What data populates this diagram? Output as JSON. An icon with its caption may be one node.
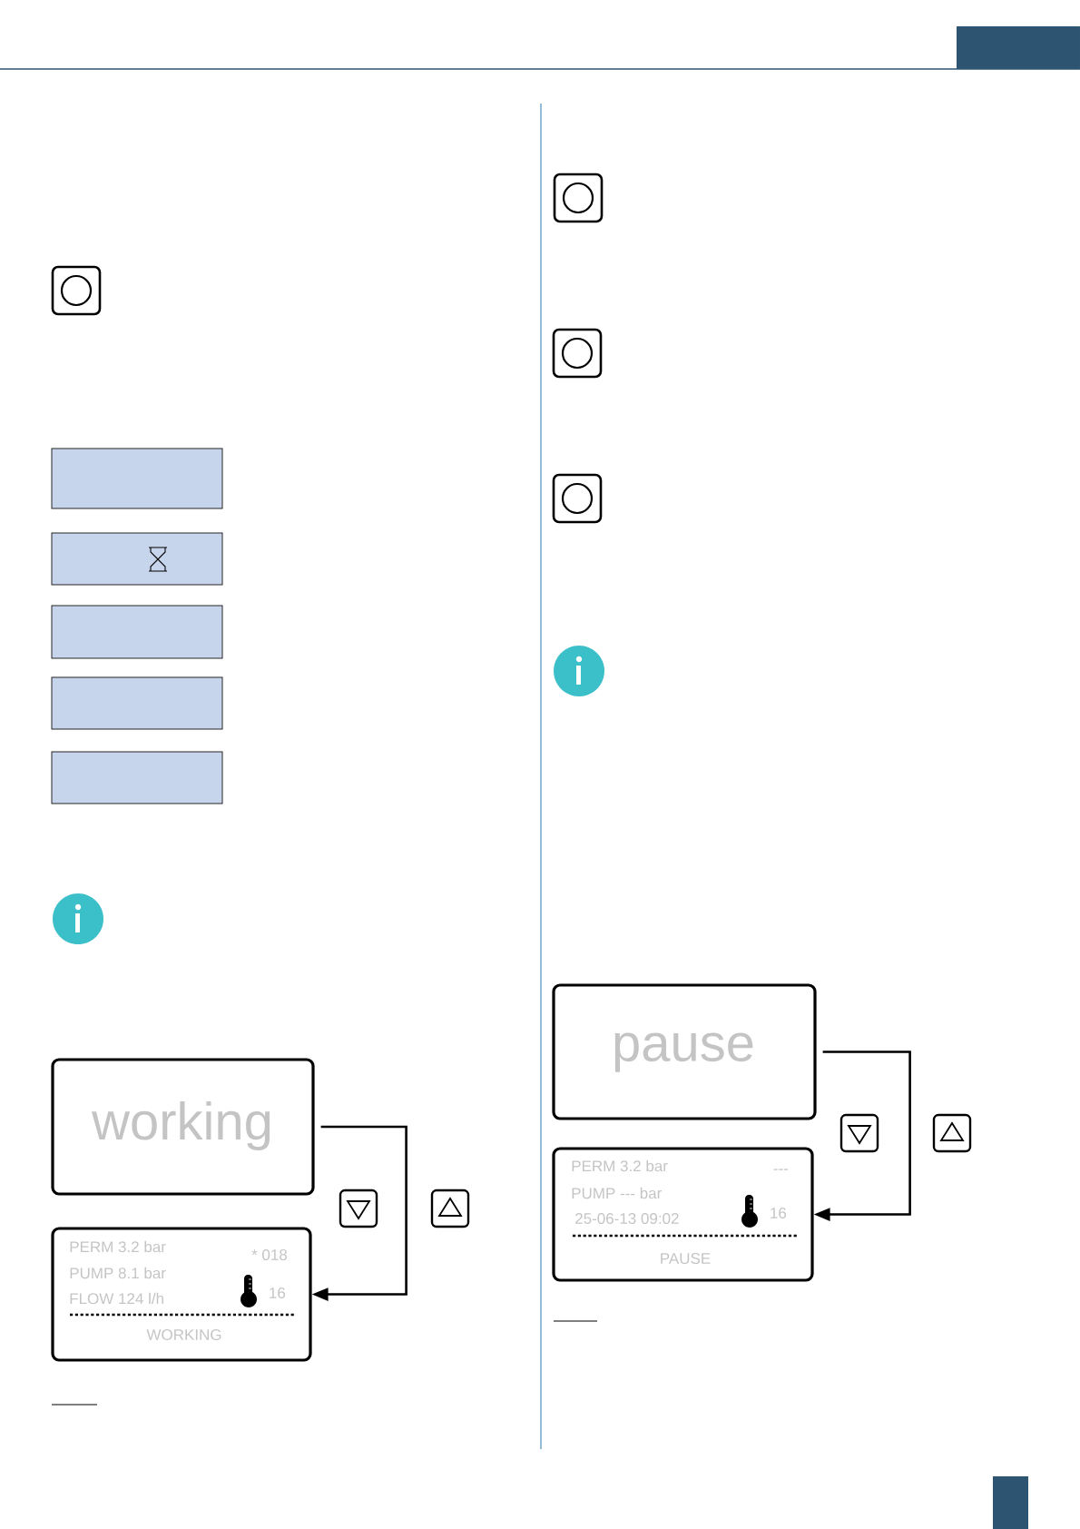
{
  "diagram": {
    "nodes": [
      {
        "text": [],
        "shape": "box"
      },
      {
        "text": [],
        "shape": "box"
      },
      {
        "text": [],
        "shape": "box"
      },
      {
        "text": [],
        "shape": "box"
      },
      {
        "text": [],
        "shape": "box"
      },
      {
        "text": [
          "working"
        ]
      },
      {
        "text": [
          "PERM 3.2 bar",
          "PUMP 8.1 bar",
          "FLOW 124 l/h",
          "* 018",
          "16",
          "WORKING"
        ]
      },
      {
        "text": [
          "pause"
        ]
      },
      {
        "text": [
          "PERM 3.2 bar",
          "---",
          "PUMP --- bar",
          "25-06-13 09:02",
          "16",
          "PAUSE"
        ]
      }
    ],
    "edges": [
      {
        "from": 5,
        "to": 6,
        "arrow": "to"
      },
      {
        "from": 7,
        "to": 8,
        "arrow": "to"
      }
    ]
  }
}
